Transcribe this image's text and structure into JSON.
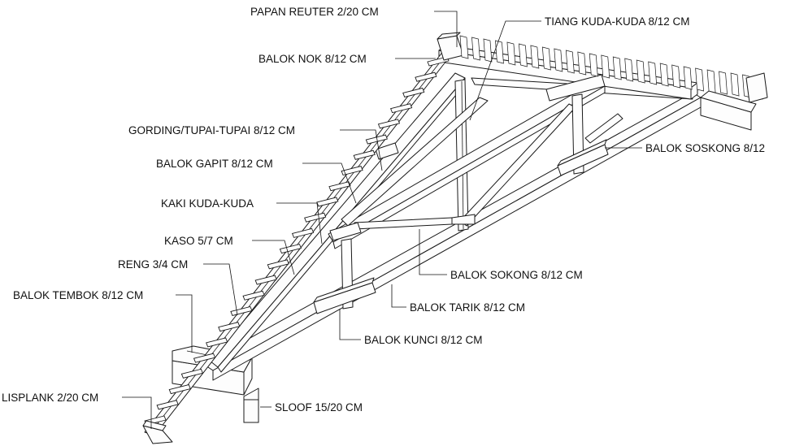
{
  "diagram": {
    "labels": {
      "papan_reuter": "PAPAN REUTER 2/20 CM",
      "tiang_kuda_kuda": "TIANG KUDA-KUDA 8/12 CM",
      "balok_nok": "BALOK NOK 8/12 CM",
      "gording": "GORDING/TUPAI-TUPAI 8/12 CM",
      "balok_soskong": "BALOK SOSKONG 8/12",
      "balok_gapit": "BALOK GAPIT 8/12 CM",
      "kaki_kuda_kuda": "KAKI KUDA-KUDA",
      "kaso": "KASO 5/7 CM",
      "reng": "RENG 3/4 CM",
      "balok_sokong": "BALOK SOKONG 8/12 CM",
      "balok_tembok": "BALOK TEMBOK 8/12 CM",
      "balok_tarik": "BALOK TARIK 8/12 CM",
      "balok_kunci": "BALOK KUNCI 8/12 CM",
      "lisplank": "LISPLANK 2/20 CM",
      "sloof": "SLOOF 15/20 CM"
    }
  }
}
